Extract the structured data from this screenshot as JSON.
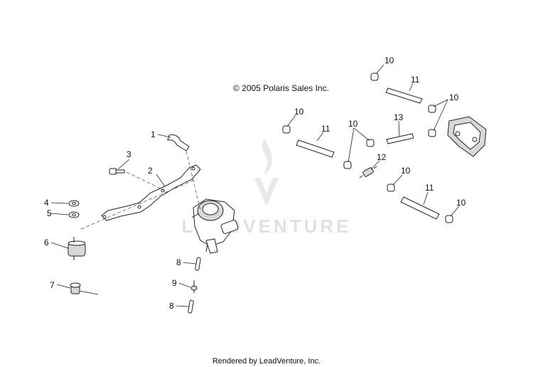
{
  "copyright": "© 2005 Polaris Sales Inc.",
  "footer": "Rendered by LeadVenture, Inc.",
  "watermark": "LEADVENTURE",
  "callouts": [
    "1",
    "2",
    "3",
    "4",
    "5",
    "6",
    "7",
    "8",
    "9",
    "8",
    "10",
    "11",
    "10",
    "10",
    "11",
    "13",
    "10",
    "12",
    "10",
    "11",
    "10"
  ],
  "colors": {
    "line": "#222222",
    "watermark": "#c9c9c9",
    "background": "#ffffff"
  }
}
